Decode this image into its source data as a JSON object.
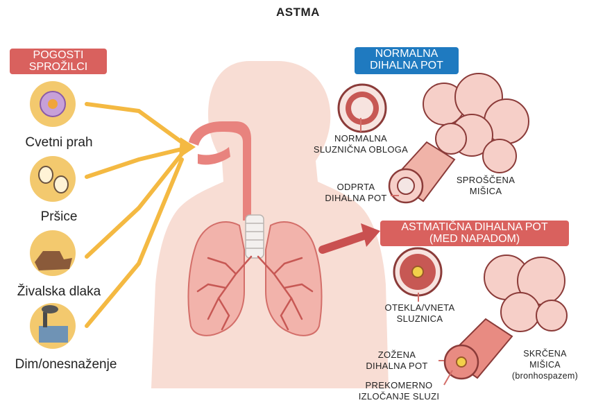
{
  "title": "ASTMA",
  "triggers": {
    "heading_line1": "POGOSTI",
    "heading_line2": "SPROŽILCI",
    "items": [
      {
        "label": "Cvetni prah",
        "icon": "pollen-flower-icon"
      },
      {
        "label": "Pršice",
        "icon": "dust-mite-icon"
      },
      {
        "label": "Živalska dlaka",
        "icon": "pets-icon"
      },
      {
        "label": "Dim/onesnaženje",
        "icon": "factory-smoke-icon"
      }
    ]
  },
  "normal": {
    "heading_line1": "NORMALNA",
    "heading_line2": "DIHALNA POT",
    "lining_line1": "NORMALNA",
    "lining_line2": "SLUZNIČNA OBLOGA",
    "open_line1": "ODPRTA",
    "open_line2": "DIHALNA POT",
    "muscle_line1": "SPROŠČENA",
    "muscle_line2": "MIŠICA"
  },
  "asthmatic": {
    "heading_line1": "ASTMATIČNA DIHALNA POT",
    "heading_line2": "(MED NAPADOM)",
    "swollen_line1": "OTEKLA/VNETA",
    "swollen_line2": "SLUZNICA",
    "narrow_line1": "ZOŽENA",
    "narrow_line2": "DIHALNA POT",
    "mucus_line1": "PREKOMERNO",
    "mucus_line2": "IZLOČANJE SLUZI",
    "muscle_line1": "SKRČENA",
    "muscle_line2": "MIŠICA",
    "muscle_line3": "(bronhospazem)"
  },
  "colors": {
    "trigger_tag": "#d9615e",
    "normal_tag": "#1f7ac0",
    "body": "#f8ddd4",
    "airway": "#e8837e",
    "arrow": "#f4b942",
    "big_arrow": "#c95050",
    "icon_circle": "#f3c96e"
  }
}
